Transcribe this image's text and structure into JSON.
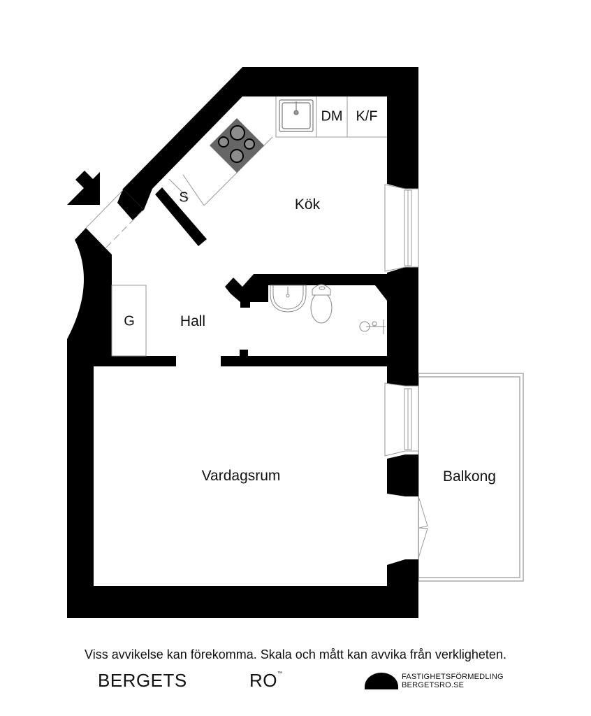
{
  "floorplan": {
    "rooms": {
      "kitchen": "Kök",
      "hall": "Hall",
      "living_room": "Vardagsrum",
      "balcony": "Balkong"
    },
    "fixtures": {
      "dishwasher": "DM",
      "fridge_freezer": "K/F",
      "wardrobe_s": "S",
      "wardrobe_g": "G"
    },
    "icons": [
      "entrance-arrow-icon",
      "stove-icon",
      "kitchen-sink-icon",
      "bathroom-sink-icon",
      "toilet-icon",
      "shower-icon"
    ],
    "colors": {
      "wall": "#000000",
      "line": "#999999",
      "stove": "#666666",
      "burner": "#8c8c8c"
    }
  },
  "footer": {
    "disclaimer": "Viss avvikelse kan förekomma. Skala och mått kan avvika från verkligheten.",
    "brand_left": "BERGETS",
    "brand_right": "RO",
    "brand_tm": "™",
    "logo_line1": "FASTIGHETSFÖRMEDLING",
    "logo_line2": "BERGETSRO.SE"
  }
}
